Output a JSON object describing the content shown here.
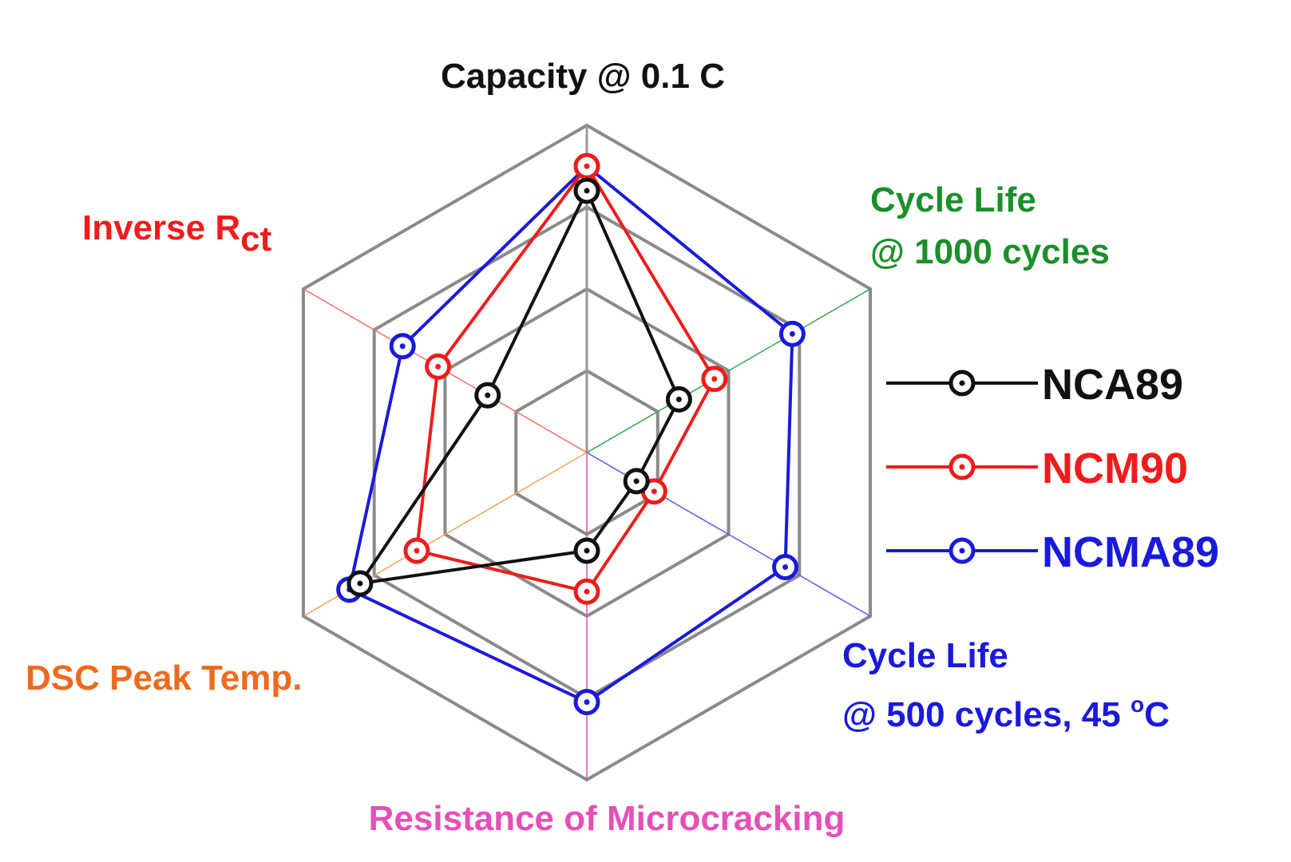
{
  "chart_data": {
    "type": "radar",
    "axes": [
      {
        "name": "capacity",
        "label": "Capacity @ 0.1 C",
        "color": "#111111"
      },
      {
        "name": "cycle-life-1000",
        "label_line1": "Cycle Life",
        "label_line2": "@ 1000 cycles",
        "color": "#1a8f2a"
      },
      {
        "name": "cycle-life-500",
        "label_line1": "Cycle Life",
        "label_line2_main": "@ 500 cycles, 45 ",
        "label_line2_sup": "o",
        "label_line2_end": "C",
        "color": "#1a1adc"
      },
      {
        "name": "microcracking",
        "label": "Resistance of Microcracking",
        "color": "#e64fb8"
      },
      {
        "name": "dsc",
        "label": "DSC Peak Temp.",
        "color": "#ee6a1e"
      },
      {
        "name": "inverse-rct",
        "label_main": "Inverse R",
        "label_sub": "ct",
        "color": "#ee1c1c"
      }
    ],
    "axis_line_colors": [
      "#999999",
      "#2fa84a",
      "#5a5af0",
      "#e64fb8",
      "#f0a060",
      "#f07060"
    ],
    "grid_rings": 4,
    "range": [
      0,
      4
    ],
    "grid_color": "#8a8a8a",
    "series": [
      {
        "name": "NCA89",
        "color": "#111111",
        "values": [
          3.2,
          1.3,
          0.7,
          1.2,
          3.2,
          1.4
        ]
      },
      {
        "name": "NCM90",
        "color": "#ee1c1c",
        "values": [
          3.5,
          1.8,
          0.95,
          1.7,
          2.4,
          2.1
        ]
      },
      {
        "name": "NCMA89",
        "color": "#1a1adc",
        "values": [
          3.5,
          2.9,
          2.8,
          3.05,
          3.35,
          2.6
        ]
      }
    ],
    "legend_position": "right"
  }
}
